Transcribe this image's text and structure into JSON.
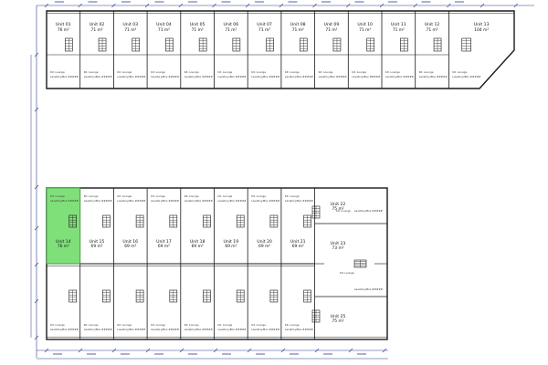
{
  "unit_area_unit": "m²",
  "note_text_a": "Kit. Lounge",
  "note_text_b": "Lavatory/Box #####",
  "top_row": [
    {
      "name": "Unit 01",
      "area": "76"
    },
    {
      "name": "Unit 02",
      "area": "71"
    },
    {
      "name": "Unit 03",
      "area": "71"
    },
    {
      "name": "Unit 04",
      "area": "71"
    },
    {
      "name": "Unit 05",
      "area": "71"
    },
    {
      "name": "Unit 06",
      "area": "71"
    },
    {
      "name": "Unit 07",
      "area": "71"
    },
    {
      "name": "Unit 08",
      "area": "71"
    },
    {
      "name": "Unit 09",
      "area": "71"
    },
    {
      "name": "Unit 10",
      "area": "71"
    },
    {
      "name": "Unit 11",
      "area": "71"
    },
    {
      "name": "Unit 12",
      "area": "71"
    },
    {
      "name": "Unit 13",
      "area": "104"
    }
  ],
  "bottom_row": [
    {
      "name": "Unit 14",
      "area": "76",
      "highlight": true
    },
    {
      "name": "Unit 15",
      "area": "69"
    },
    {
      "name": "Unit 16",
      "area": "69"
    },
    {
      "name": "Unit 17",
      "area": "69"
    },
    {
      "name": "Unit 18",
      "area": "69"
    },
    {
      "name": "Unit 19",
      "area": "69"
    },
    {
      "name": "Unit 20",
      "area": "69"
    },
    {
      "name": "Unit 21",
      "area": "69"
    }
  ],
  "right_units": [
    {
      "name": "Unit 22",
      "area": "75"
    },
    {
      "name": "Unit 23",
      "area": "73"
    },
    {
      "name": "Unit 25",
      "area": "75"
    }
  ],
  "colors": {
    "walls": "#1a1a1a",
    "dimension": "#2b3a8c",
    "highlight": "#7fe07a",
    "highlight_stroke": "#3a9a36"
  }
}
